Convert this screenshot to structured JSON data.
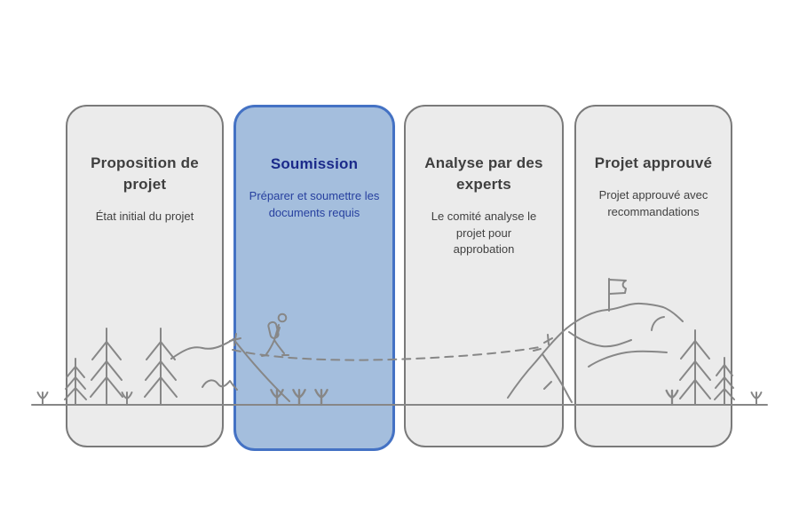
{
  "diagram": {
    "stages": [
      {
        "title": "Proposition de projet",
        "description": "État initial du projet",
        "highlighted": false
      },
      {
        "title": "Soumission",
        "description": "Préparer et soumettre les documents requis",
        "highlighted": true
      },
      {
        "title": "Analyse par des experts",
        "description": "Le comité analyse le projet pour approbation",
        "highlighted": false
      },
      {
        "title": "Projet approuvé",
        "description": "Projet approuvé avec recommandations",
        "highlighted": false
      }
    ]
  },
  "colors": {
    "card_background": "#ebebeb",
    "card_border": "#7a7a7a",
    "highlight_background": "#a4bedd",
    "highlight_border": "#4472c4",
    "title_text": "#3f3f3f",
    "highlight_title_text": "#1b2a8a",
    "highlight_desc_text": "#27409f",
    "line_art": "#878787"
  },
  "illustration": {
    "icons": [
      "ground-line",
      "sapling-icon",
      "pine-tree-icon",
      "hill-ridge",
      "summit-cross-icon",
      "hiker-icon",
      "dashed-trail",
      "mountain-slope",
      "mountain-ridge",
      "flag-icon"
    ]
  }
}
